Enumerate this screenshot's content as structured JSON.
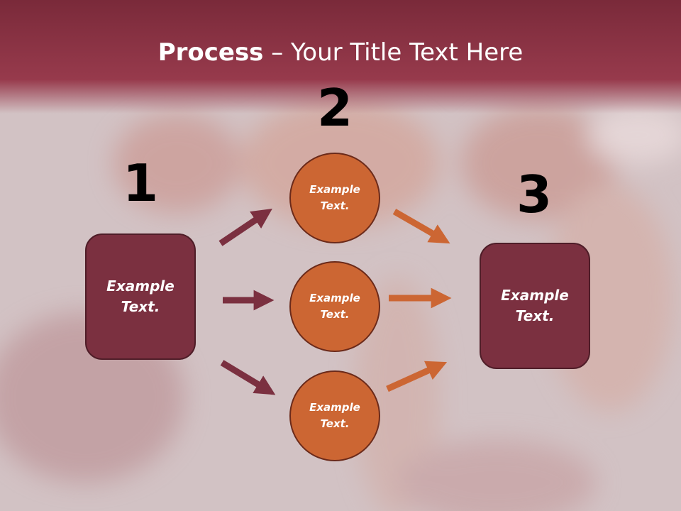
{
  "title": {
    "bold": "Process",
    "rest": " – Your Title Text Here"
  },
  "steps": {
    "one": "1",
    "two": "2",
    "three": "3"
  },
  "left_box": {
    "text": "Example\nText."
  },
  "circles": [
    {
      "text": "Example\nText."
    },
    {
      "text": "Example\nText."
    },
    {
      "text": "Example\nText."
    }
  ],
  "right_box": {
    "text": "Example\nText."
  },
  "colors": {
    "maroon": "#7b3040",
    "orange": "#cc6633",
    "title_band": "#973a4c"
  }
}
